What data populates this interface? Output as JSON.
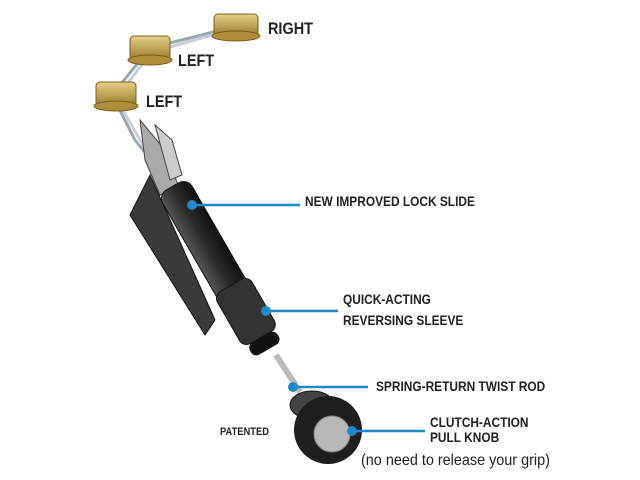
{
  "diagram": {
    "nut_labels": {
      "right": "RIGHT",
      "left_upper": "LEFT",
      "left_lower": "LEFT"
    },
    "callouts": {
      "lock_slide": "NEW IMPROVED LOCK SLIDE",
      "sleeve_line1": "QUICK-ACTING",
      "sleeve_line2": "REVERSING SLEEVE",
      "twist_rod": "SPRING-RETURN TWIST ROD",
      "knob_line1": "CLUTCH-ACTION",
      "knob_line2": "PULL KNOB",
      "knob_note": "(no need to release your grip)"
    },
    "patented": "PATENTED",
    "colors": {
      "callout_blue": "#1e88c8",
      "nut_gold": "#c9a44a",
      "tool_dark": "#2a2a2a"
    }
  }
}
